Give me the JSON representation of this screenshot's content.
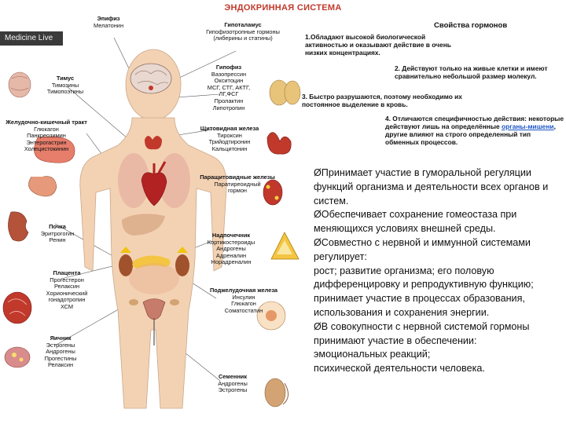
{
  "title": "ЭНДОКРИННАЯ СИСТЕМА",
  "brand": "Medicine Live",
  "glands": {
    "epiphysis": {
      "name": "Эпифиз",
      "hormones": [
        "Мелатонин"
      ]
    },
    "hypothalamus": {
      "name": "Гипоталамус",
      "hormones": [
        "Гипофизотропные гормоны",
        "(либерины и статины)"
      ]
    },
    "thymus": {
      "name": "Тимус",
      "hormones": [
        "Тимозины",
        "Тимопоэтины"
      ]
    },
    "hypophysis": {
      "name": "Гипофиз",
      "hormones": [
        "Вазопрессин",
        "Окситоцин",
        "МСГ, СТГ, АКТГ,",
        "ЛГ,ФСГ",
        "Пролактин",
        "Липотропин"
      ]
    },
    "gi_tract": {
      "name": "Желудочно-кишечный тракт",
      "hormones": [
        "Глюкагон",
        "Панкреозимин",
        "Энтерогастрин",
        "Холецистокинин"
      ]
    },
    "thyroid": {
      "name": "Щитовидная железа",
      "hormones": [
        "Тироксин",
        "Трийодтиронин",
        "Кальцитонин"
      ]
    },
    "parathyroid": {
      "name": "Паращитовидные железы",
      "hormones": [
        "Паратиреоидный",
        "гормон"
      ]
    },
    "kidney": {
      "name": "Почка",
      "hormones": [
        "Эритрогогин",
        "Ренин"
      ]
    },
    "adrenal": {
      "name": "Надпочечник",
      "hormones": [
        "Кортикостероиды",
        "Андрогены",
        "Адреналин",
        "Норадреналин"
      ]
    },
    "placenta": {
      "name": "Плацента",
      "hormones": [
        "Прогестерон",
        "Релаксин",
        "Хорионический",
        "гонадотропин",
        "ХСМ"
      ]
    },
    "pancreas": {
      "name": "Поджелудочная железа",
      "hormones": [
        "Инсулин",
        "Глюкагон",
        "Соматостатин"
      ]
    },
    "ovary": {
      "name": "Яичник",
      "hormones": [
        "Эстрогены",
        "Андрогены",
        "Прогестины",
        "Релаксин"
      ]
    },
    "testis": {
      "name": "Семенник",
      "hormones": [
        "Андрогены",
        "Эстрогены"
      ]
    }
  },
  "properties": {
    "title": "Свойства гормонов",
    "p1": "1.Обладают высокой биологической активностью и оказывают действие в очень низких концентрациях.",
    "p2": "2. Действуют только на живые клетки и имеют сравнительно небольшой размер молекул.",
    "p3": "3. Быстро разрушаются, поэтому необходимо их постоянное выделение в кровь.",
    "p4_a": "4. Отличаются специфичностью действия: некоторые действуют лишь на определённые",
    "p4_hl": "органы-мишени",
    "p4_b": ", другие влияют на строго определенный тип обменных процессов."
  },
  "functions": [
    "ØПринимает участие в гуморальной регуляции функций организма и деятельности всех органов и систем.",
    "ØОбеспечивает сохранение гомеостаза при меняющихся условиях внешней среды.",
    "ØСовместно с нервной и иммунной системами регулирует:",
    "рост; развитие организма; его половую дифференцировку и репродуктивную функцию; принимает участие в процессах образования, использования и сохранения энергии.",
    "ØВ совокупности с нервной системой гормоны принимают участие в обеспечении:",
    "эмоциональных реакций;",
    "психической деятельности человека."
  ],
  "colors": {
    "title": "#c0392b",
    "skin": "#f3d2b3",
    "organ_red": "#c0392b",
    "highlight": "#1a55c9"
  }
}
